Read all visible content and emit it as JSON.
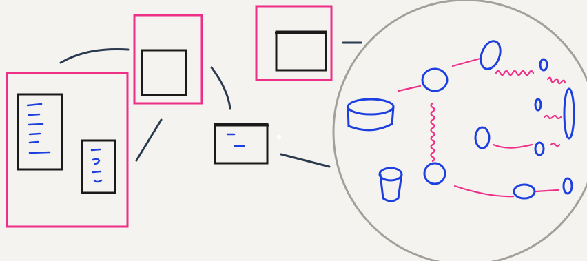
{
  "colors": {
    "background": "#f4f3ef",
    "frame": "#ee2f87",
    "ink": "#1a1a1a",
    "connector": "#2b3a4f",
    "text_lines": "#1d3fe0",
    "network_nodes": "#1d3fe0",
    "network_links": "#ee2f87",
    "circle_outline": "#a3a09a"
  },
  "diagram": {
    "groups": [
      {
        "id": "left-group",
        "contains": [
          "document-large",
          "document-small"
        ]
      },
      {
        "id": "top-left-window-frame",
        "contains": [
          "window-a"
        ]
      },
      {
        "id": "top-center-window-frame",
        "contains": [
          "window-b"
        ]
      }
    ],
    "nodes": [
      {
        "id": "document-large",
        "kind": "document",
        "text_lines": 6
      },
      {
        "id": "document-small",
        "kind": "document",
        "text_lines": 3
      },
      {
        "id": "window-a",
        "kind": "window"
      },
      {
        "id": "window-b",
        "kind": "window"
      },
      {
        "id": "center-card",
        "kind": "card",
        "text_lines": 2
      },
      {
        "id": "network-circle",
        "kind": "network"
      }
    ],
    "edges": [
      {
        "from": "left-group",
        "to": "top-left-window-frame"
      },
      {
        "from": "left-group",
        "to": "top-left-window-frame"
      },
      {
        "from": "top-left-window-frame",
        "to": "center-card"
      },
      {
        "from": "top-center-window-frame",
        "to": "network-circle"
      },
      {
        "from": "center-card",
        "to": "network-circle"
      }
    ],
    "network": {
      "nodes": [
        {
          "id": "db-1",
          "shape": "cylinder"
        },
        {
          "id": "db-2",
          "shape": "cylinder"
        },
        {
          "id": "n1",
          "shape": "ellipse"
        },
        {
          "id": "n2",
          "shape": "ellipse"
        },
        {
          "id": "n3",
          "shape": "ellipse"
        },
        {
          "id": "n4",
          "shape": "ellipse"
        },
        {
          "id": "n5",
          "shape": "ellipse"
        },
        {
          "id": "n6",
          "shape": "ellipse"
        },
        {
          "id": "n7",
          "shape": "ellipse"
        },
        {
          "id": "n8",
          "shape": "ellipse"
        },
        {
          "id": "n9",
          "shape": "ellipse"
        },
        {
          "id": "n10",
          "shape": "ellipse"
        }
      ],
      "links": [
        {
          "from": "db-1",
          "to": "n1",
          "style": "straight"
        },
        {
          "from": "n1",
          "to": "n2",
          "style": "straight"
        },
        {
          "from": "n2",
          "to": "n3",
          "style": "squiggle"
        },
        {
          "from": "n3",
          "to": "n4",
          "style": "squiggle"
        },
        {
          "from": "n1",
          "to": "n5",
          "style": "squiggle"
        },
        {
          "from": "n5",
          "to": "n8",
          "style": "straight"
        },
        {
          "from": "n8",
          "to": "n9",
          "style": "straight"
        },
        {
          "from": "n9",
          "to": "n10",
          "style": "straight"
        },
        {
          "from": "n6",
          "to": "n7",
          "style": "straight"
        },
        {
          "from": "n7",
          "to": "n4",
          "style": "squiggle"
        }
      ]
    }
  }
}
